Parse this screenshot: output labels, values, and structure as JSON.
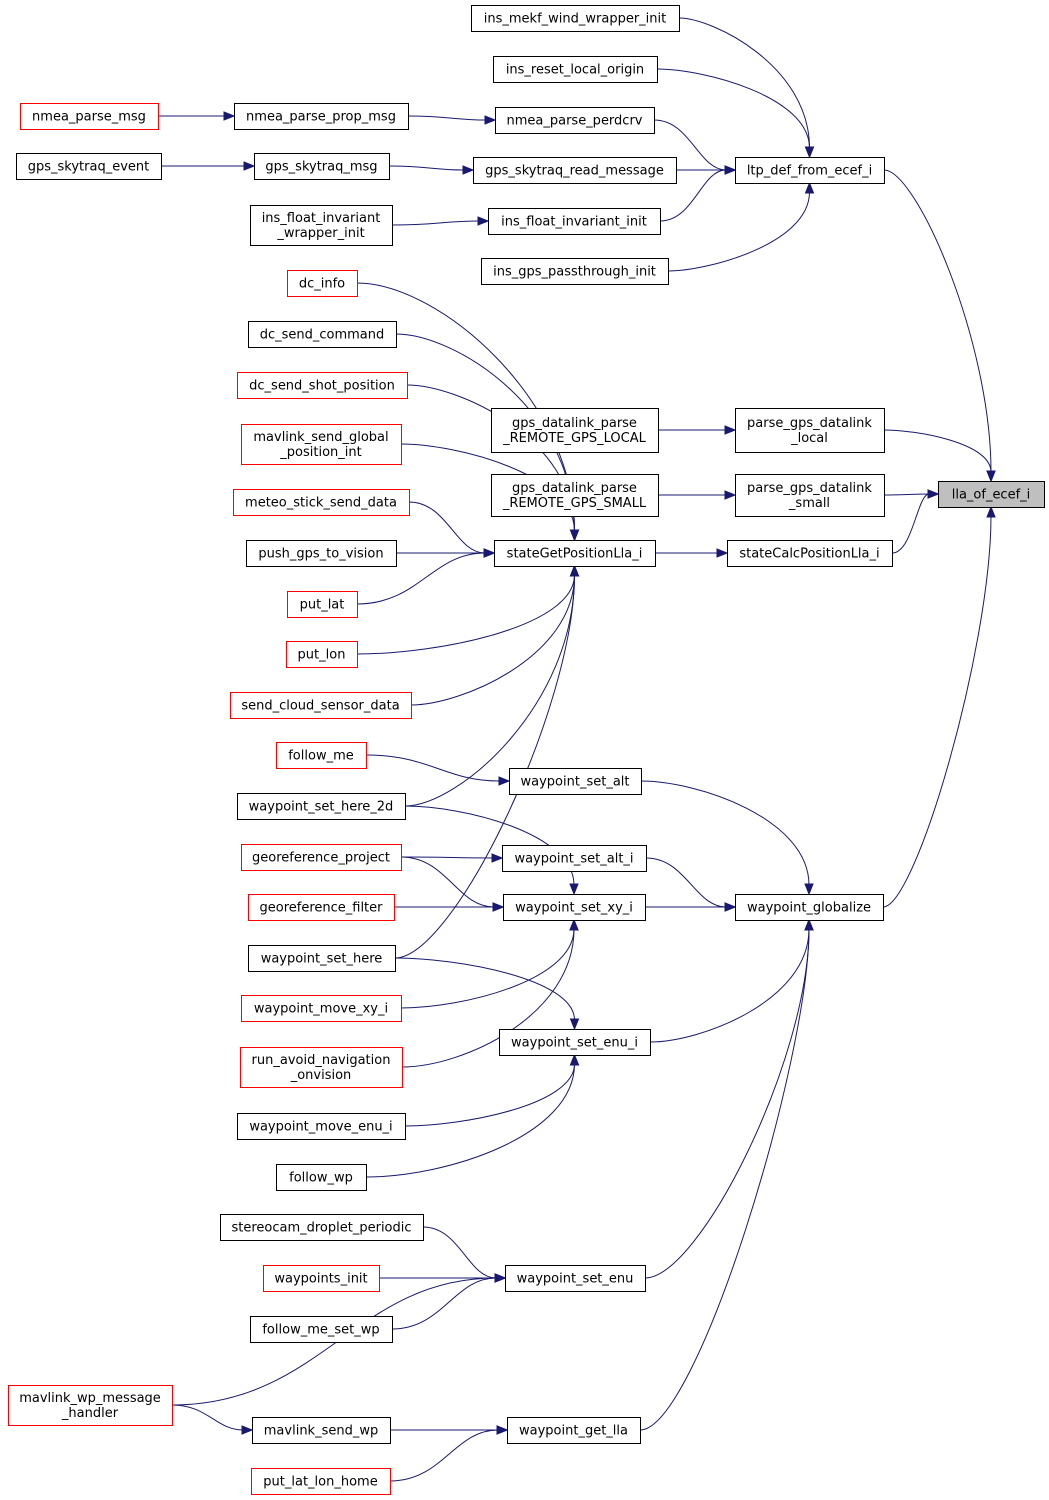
{
  "diagram": {
    "nodes": [
      {
        "id": "lla_of_ecef_i",
        "lines": [
          "lla_of_ecef_i"
        ],
        "style": "focus"
      },
      {
        "id": "ltp_def_from_ecef_i",
        "lines": [
          "ltp_def_from_ecef_i"
        ],
        "style": "black"
      },
      {
        "id": "parse_gps_datalink_local",
        "lines": [
          "parse_gps_datalink",
          "_local"
        ],
        "style": "black"
      },
      {
        "id": "parse_gps_datalink_small",
        "lines": [
          "parse_gps_datalink",
          "_small"
        ],
        "style": "black"
      },
      {
        "id": "stateCalcPositionLla_i",
        "lines": [
          "stateCalcPositionLla_i"
        ],
        "style": "black"
      },
      {
        "id": "waypoint_globalize",
        "lines": [
          "waypoint_globalize"
        ],
        "style": "black"
      },
      {
        "id": "ins_mekf_wind_wrapper_init",
        "lines": [
          "ins_mekf_wind_wrapper_init"
        ],
        "style": "black"
      },
      {
        "id": "ins_reset_local_origin",
        "lines": [
          "ins_reset_local_origin"
        ],
        "style": "black"
      },
      {
        "id": "nmea_parse_perdcrv",
        "lines": [
          "nmea_parse_perdcrv"
        ],
        "style": "black"
      },
      {
        "id": "gps_skytraq_read_message",
        "lines": [
          "gps_skytraq_read_message"
        ],
        "style": "black"
      },
      {
        "id": "ins_float_invariant_init",
        "lines": [
          "ins_float_invariant_init"
        ],
        "style": "black"
      },
      {
        "id": "ins_gps_passthrough_init",
        "lines": [
          "ins_gps_passthrough_init"
        ],
        "style": "black"
      },
      {
        "id": "nmea_parse_prop_msg",
        "lines": [
          "nmea_parse_prop_msg"
        ],
        "style": "black"
      },
      {
        "id": "nmea_parse_msg",
        "lines": [
          "nmea_parse_msg"
        ],
        "style": "red"
      },
      {
        "id": "gps_skytraq_msg",
        "lines": [
          "gps_skytraq_msg"
        ],
        "style": "black"
      },
      {
        "id": "gps_skytraq_event",
        "lines": [
          "gps_skytraq_event"
        ],
        "style": "black"
      },
      {
        "id": "ins_float_invariant_wrapper_init",
        "lines": [
          "ins_float_invariant",
          "_wrapper_init"
        ],
        "style": "black"
      },
      {
        "id": "gps_datalink_parse_REMOTE_GPS_LOCAL",
        "lines": [
          "gps_datalink_parse",
          "_REMOTE_GPS_LOCAL"
        ],
        "style": "black"
      },
      {
        "id": "gps_datalink_parse_REMOTE_GPS_SMALL",
        "lines": [
          "gps_datalink_parse",
          "_REMOTE_GPS_SMALL"
        ],
        "style": "black"
      },
      {
        "id": "stateGetPositionLla_i",
        "lines": [
          "stateGetPositionLla_i"
        ],
        "style": "black"
      },
      {
        "id": "dc_info",
        "lines": [
          "dc_info"
        ],
        "style": "red"
      },
      {
        "id": "dc_send_command",
        "lines": [
          "dc_send_command"
        ],
        "style": "black"
      },
      {
        "id": "dc_send_shot_position",
        "lines": [
          "dc_send_shot_position"
        ],
        "style": "red"
      },
      {
        "id": "mavlink_send_global_position_int",
        "lines": [
          "mavlink_send_global",
          "_position_int"
        ],
        "style": "red"
      },
      {
        "id": "meteo_stick_send_data",
        "lines": [
          "meteo_stick_send_data"
        ],
        "style": "red"
      },
      {
        "id": "push_gps_to_vision",
        "lines": [
          "push_gps_to_vision"
        ],
        "style": "black"
      },
      {
        "id": "put_lat",
        "lines": [
          "put_lat"
        ],
        "style": "red"
      },
      {
        "id": "put_lon",
        "lines": [
          "put_lon"
        ],
        "style": "red"
      },
      {
        "id": "send_cloud_sensor_data",
        "lines": [
          "send_cloud_sensor_data"
        ],
        "style": "red"
      },
      {
        "id": "waypoint_set_here_2d",
        "lines": [
          "waypoint_set_here_2d"
        ],
        "style": "black"
      },
      {
        "id": "waypoint_set_here",
        "lines": [
          "waypoint_set_here"
        ],
        "style": "black"
      },
      {
        "id": "waypoint_set_alt",
        "lines": [
          "waypoint_set_alt"
        ],
        "style": "black"
      },
      {
        "id": "follow_me",
        "lines": [
          "follow_me"
        ],
        "style": "red"
      },
      {
        "id": "waypoint_set_alt_i",
        "lines": [
          "waypoint_set_alt_i"
        ],
        "style": "black"
      },
      {
        "id": "georeference_project",
        "lines": [
          "georeference_project"
        ],
        "style": "red"
      },
      {
        "id": "waypoint_set_xy_i",
        "lines": [
          "waypoint_set_xy_i"
        ],
        "style": "black"
      },
      {
        "id": "georeference_filter",
        "lines": [
          "georeference_filter"
        ],
        "style": "red"
      },
      {
        "id": "waypoint_move_xy_i",
        "lines": [
          "waypoint_move_xy_i"
        ],
        "style": "red"
      },
      {
        "id": "run_avoid_navigation_onvision",
        "lines": [
          "run_avoid_navigation",
          "_onvision"
        ],
        "style": "red"
      },
      {
        "id": "waypoint_set_enu_i",
        "lines": [
          "waypoint_set_enu_i"
        ],
        "style": "black"
      },
      {
        "id": "waypoint_move_enu_i",
        "lines": [
          "waypoint_move_enu_i"
        ],
        "style": "black"
      },
      {
        "id": "follow_wp",
        "lines": [
          "follow_wp"
        ],
        "style": "black"
      },
      {
        "id": "waypoint_set_enu",
        "lines": [
          "waypoint_set_enu"
        ],
        "style": "black"
      },
      {
        "id": "stereocam_droplet_periodic",
        "lines": [
          "stereocam_droplet_periodic"
        ],
        "style": "black"
      },
      {
        "id": "waypoints_init",
        "lines": [
          "waypoints_init"
        ],
        "style": "red"
      },
      {
        "id": "follow_me_set_wp",
        "lines": [
          "follow_me_set_wp"
        ],
        "style": "black"
      },
      {
        "id": "mavlink_wp_message_handler",
        "lines": [
          "mavlink_wp_message",
          "_handler"
        ],
        "style": "red"
      },
      {
        "id": "waypoint_get_lla",
        "lines": [
          "waypoint_get_lla"
        ],
        "style": "black"
      },
      {
        "id": "mavlink_send_wp",
        "lines": [
          "mavlink_send_wp"
        ],
        "style": "black"
      },
      {
        "id": "put_lat_lon_home",
        "lines": [
          "put_lat_lon_home"
        ],
        "style": "red"
      }
    ],
    "edges": [
      [
        "ltp_def_from_ecef_i",
        "lla_of_ecef_i"
      ],
      [
        "parse_gps_datalink_local",
        "lla_of_ecef_i"
      ],
      [
        "parse_gps_datalink_small",
        "lla_of_ecef_i"
      ],
      [
        "stateCalcPositionLla_i",
        "lla_of_ecef_i"
      ],
      [
        "waypoint_globalize",
        "lla_of_ecef_i"
      ],
      [
        "ins_mekf_wind_wrapper_init",
        "ltp_def_from_ecef_i"
      ],
      [
        "ins_reset_local_origin",
        "ltp_def_from_ecef_i"
      ],
      [
        "nmea_parse_perdcrv",
        "ltp_def_from_ecef_i"
      ],
      [
        "gps_skytraq_read_message",
        "ltp_def_from_ecef_i"
      ],
      [
        "ins_float_invariant_init",
        "ltp_def_from_ecef_i"
      ],
      [
        "ins_gps_passthrough_init",
        "ltp_def_from_ecef_i"
      ],
      [
        "nmea_parse_prop_msg",
        "nmea_parse_perdcrv"
      ],
      [
        "nmea_parse_msg",
        "nmea_parse_prop_msg"
      ],
      [
        "gps_skytraq_msg",
        "gps_skytraq_read_message"
      ],
      [
        "gps_skytraq_event",
        "gps_skytraq_msg"
      ],
      [
        "ins_float_invariant_wrapper_init",
        "ins_float_invariant_init"
      ],
      [
        "gps_datalink_parse_REMOTE_GPS_LOCAL",
        "parse_gps_datalink_local"
      ],
      [
        "gps_datalink_parse_REMOTE_GPS_SMALL",
        "parse_gps_datalink_small"
      ],
      [
        "stateGetPositionLla_i",
        "stateCalcPositionLla_i"
      ],
      [
        "dc_info",
        "stateGetPositionLla_i"
      ],
      [
        "dc_send_command",
        "stateGetPositionLla_i"
      ],
      [
        "dc_send_shot_position",
        "stateGetPositionLla_i"
      ],
      [
        "mavlink_send_global_position_int",
        "stateGetPositionLla_i"
      ],
      [
        "meteo_stick_send_data",
        "stateGetPositionLla_i"
      ],
      [
        "push_gps_to_vision",
        "stateGetPositionLla_i"
      ],
      [
        "put_lat",
        "stateGetPositionLla_i"
      ],
      [
        "put_lon",
        "stateGetPositionLla_i"
      ],
      [
        "send_cloud_sensor_data",
        "stateGetPositionLla_i"
      ],
      [
        "waypoint_set_here_2d",
        "stateGetPositionLla_i"
      ],
      [
        "waypoint_set_here",
        "stateGetPositionLla_i"
      ],
      [
        "waypoint_set_alt",
        "waypoint_globalize"
      ],
      [
        "follow_me",
        "waypoint_set_alt"
      ],
      [
        "waypoint_set_alt_i",
        "waypoint_globalize"
      ],
      [
        "georeference_project",
        "waypoint_set_alt_i"
      ],
      [
        "waypoint_set_xy_i",
        "waypoint_globalize"
      ],
      [
        "waypoint_set_here_2d",
        "waypoint_set_xy_i"
      ],
      [
        "georeference_project",
        "waypoint_set_xy_i"
      ],
      [
        "georeference_filter",
        "waypoint_set_xy_i"
      ],
      [
        "waypoint_move_xy_i",
        "waypoint_set_xy_i"
      ],
      [
        "run_avoid_navigation_onvision",
        "waypoint_set_xy_i"
      ],
      [
        "waypoint_set_enu_i",
        "waypoint_globalize"
      ],
      [
        "waypoint_set_here",
        "waypoint_set_enu_i"
      ],
      [
        "waypoint_move_enu_i",
        "waypoint_set_enu_i"
      ],
      [
        "follow_wp",
        "waypoint_set_enu_i"
      ],
      [
        "waypoint_set_enu",
        "waypoint_globalize"
      ],
      [
        "stereocam_droplet_periodic",
        "waypoint_set_enu"
      ],
      [
        "waypoints_init",
        "waypoint_set_enu"
      ],
      [
        "follow_me_set_wp",
        "waypoint_set_enu"
      ],
      [
        "mavlink_wp_message_handler",
        "waypoint_set_enu"
      ],
      [
        "waypoint_get_lla",
        "waypoint_globalize"
      ],
      [
        "mavlink_send_wp",
        "waypoint_get_lla"
      ],
      [
        "put_lat_lon_home",
        "waypoint_get_lla"
      ],
      [
        "mavlink_wp_message_handler",
        "mavlink_send_wp"
      ]
    ]
  }
}
